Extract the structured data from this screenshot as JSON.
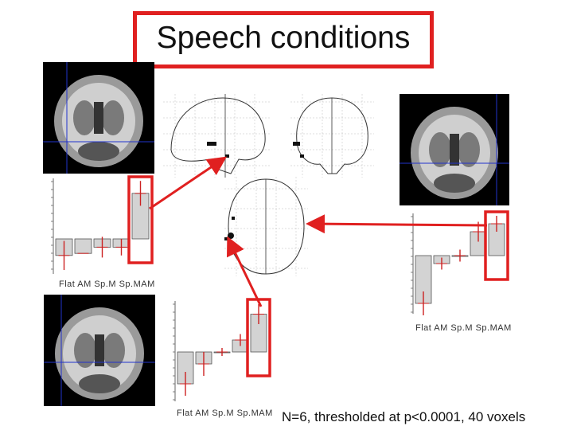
{
  "title": "Speech conditions",
  "footer_note": "N=6, thresholded at p<0.0001, 40 voxels",
  "colors": {
    "highlight": "#e02020",
    "arrow": "#e02020",
    "bar_fill": "#d3d3d3",
    "error_bar": "#cc2222",
    "crosshair": "#2233cc",
    "mri_background": "#000000"
  },
  "chart_data": [
    {
      "type": "bar",
      "categories": [
        "Flat",
        "AM",
        "Sp.M",
        "Sp.MAM"
      ],
      "values": [
        -0.4,
        -0.35,
        -0.2,
        -0.2,
        1.1
      ],
      "errors": [
        0.35,
        0.0,
        0.25,
        0.2,
        0.3
      ],
      "label_text": "Flat  AM  Sp.M  Sp.MAM",
      "highlighted_index": 4
    },
    {
      "type": "bar",
      "categories": [
        "Flat",
        "AM",
        "Sp.M",
        "Sp.MAM"
      ],
      "values": [
        -1.2,
        -0.2,
        0.0,
        0.6,
        0.8
      ],
      "errors": [
        0.3,
        0.15,
        0.15,
        0.25,
        0.2
      ],
      "label_text": "Flat  AM  Sp.M  Sp.MAM",
      "highlighted_index": 4
    },
    {
      "type": "bar",
      "categories": [
        "Flat",
        "AM",
        "Sp.M",
        "Sp.MAM"
      ],
      "values": [
        -0.8,
        -0.3,
        0.0,
        0.3,
        0.95
      ],
      "errors": [
        0.3,
        0.3,
        0.1,
        0.15,
        0.25
      ],
      "label_text": "Flat  AM  Sp.M  Sp.MAM",
      "highlighted_index": 4
    }
  ],
  "icons": {
    "arrow": "arrow-icon"
  }
}
